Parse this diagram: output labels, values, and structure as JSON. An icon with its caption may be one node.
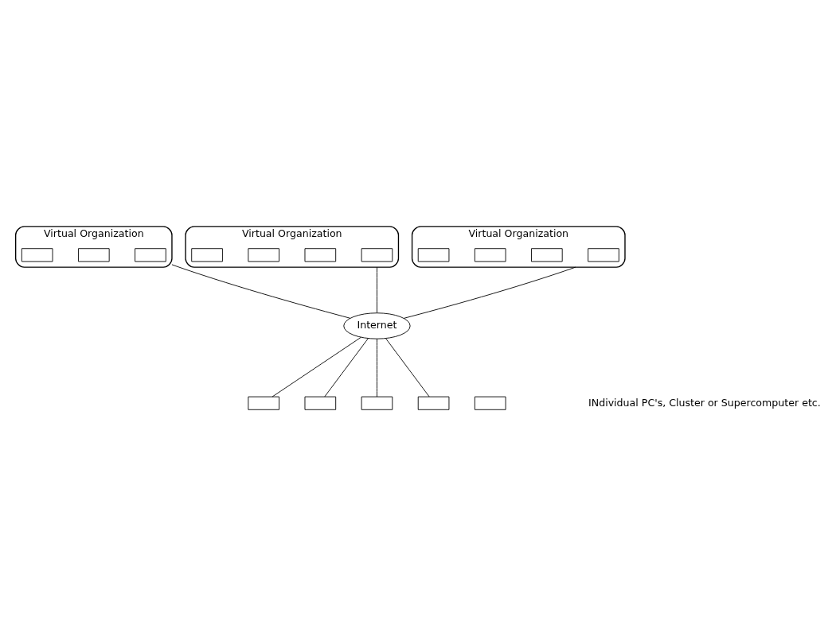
{
  "diagram": {
    "nodes": [
      {
        "text": [
          "Virtual Organization"
        ]
      },
      {
        "text": [],
        "shape": "box",
        "in": 0
      },
      {
        "text": [],
        "shape": "box",
        "in": 0
      },
      {
        "text": [],
        "shape": "box",
        "in": 0
      },
      {
        "text": [
          "Virtual Organization"
        ]
      },
      {
        "text": [],
        "shape": "box",
        "in": 4
      },
      {
        "text": [],
        "shape": "box",
        "in": 4
      },
      {
        "text": [],
        "shape": "box",
        "in": 4
      },
      {
        "text": [],
        "shape": "box",
        "in": 4
      },
      {
        "text": [
          "Virtual Organization"
        ]
      },
      {
        "text": [],
        "shape": "box",
        "in": 9
      },
      {
        "text": [],
        "shape": "box",
        "in": 9
      },
      {
        "text": [],
        "shape": "box",
        "in": 9
      },
      {
        "text": [],
        "shape": "box",
        "in": 9
      },
      {
        "text": [
          "Internet"
        ]
      },
      {
        "text": [],
        "shape": "box"
      },
      {
        "text": [],
        "shape": "box"
      },
      {
        "text": [],
        "shape": "box"
      },
      {
        "text": [],
        "shape": "box"
      },
      {
        "text": [],
        "shape": "box"
      }
    ],
    "edges": [
      {
        "from": 0,
        "to": 14,
        "arrow": "none"
      },
      {
        "from": 4,
        "to": 14,
        "arrow": "none"
      },
      {
        "from": 9,
        "to": 14,
        "arrow": "none"
      },
      {
        "from": 14,
        "to": 15,
        "arrow": "none"
      },
      {
        "from": 14,
        "to": 16,
        "arrow": "none"
      },
      {
        "from": 14,
        "to": 17,
        "arrow": "none"
      },
      {
        "from": 14,
        "to": 18,
        "arrow": "none"
      }
    ],
    "labels": [
      "INdividual PC's, Cluster or Supercomputer etc."
    ]
  }
}
